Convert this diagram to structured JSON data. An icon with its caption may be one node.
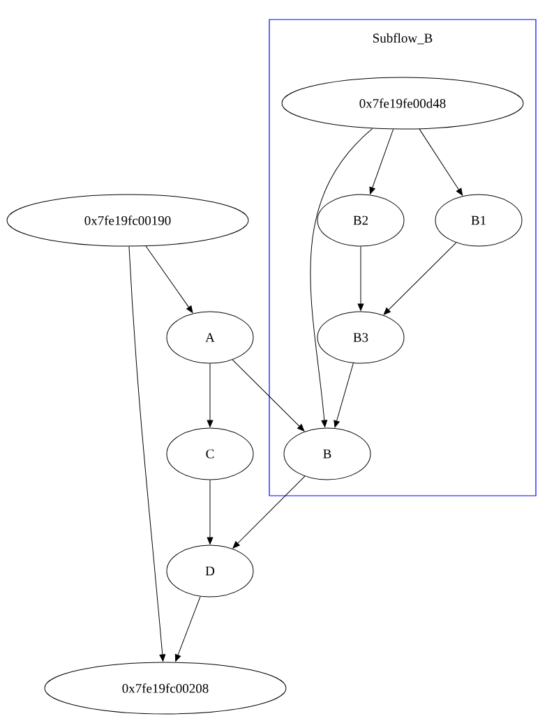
{
  "diagram": {
    "nodes": [
      {
        "text": [
          "Subflow_B"
        ]
      },
      {
        "text": [
          "0x7fe19fe00d48"
        ],
        "in": 0
      },
      {
        "text": [
          "0x7fe19fc00190"
        ]
      },
      {
        "text": [
          "B2"
        ],
        "in": 0
      },
      {
        "text": [
          "B1"
        ],
        "in": 0
      },
      {
        "text": [
          "A"
        ]
      },
      {
        "text": [
          "B3"
        ],
        "in": 0
      },
      {
        "text": [
          "C"
        ]
      },
      {
        "text": [
          "B"
        ],
        "in": 0
      },
      {
        "text": [
          "D"
        ]
      },
      {
        "text": [
          "0x7fe19fc00208"
        ]
      }
    ],
    "edges": [
      {
        "from": 1,
        "to": 3,
        "arrow": "to"
      },
      {
        "from": 1,
        "to": 4,
        "arrow": "to"
      },
      {
        "from": 1,
        "to": 8,
        "arrow": "to"
      },
      {
        "from": 2,
        "to": 5,
        "arrow": "to"
      },
      {
        "from": 2,
        "to": 10,
        "arrow": "to"
      },
      {
        "from": 3,
        "to": 6,
        "arrow": "to"
      },
      {
        "from": 4,
        "to": 6,
        "arrow": "to"
      },
      {
        "from": 5,
        "to": 7,
        "arrow": "to"
      },
      {
        "from": 5,
        "to": 8,
        "arrow": "to"
      },
      {
        "from": 6,
        "to": 8,
        "arrow": "to"
      },
      {
        "from": 7,
        "to": 9,
        "arrow": "to"
      },
      {
        "from": 8,
        "to": 9,
        "arrow": "to"
      },
      {
        "from": 9,
        "to": 10,
        "arrow": "to"
      }
    ]
  }
}
